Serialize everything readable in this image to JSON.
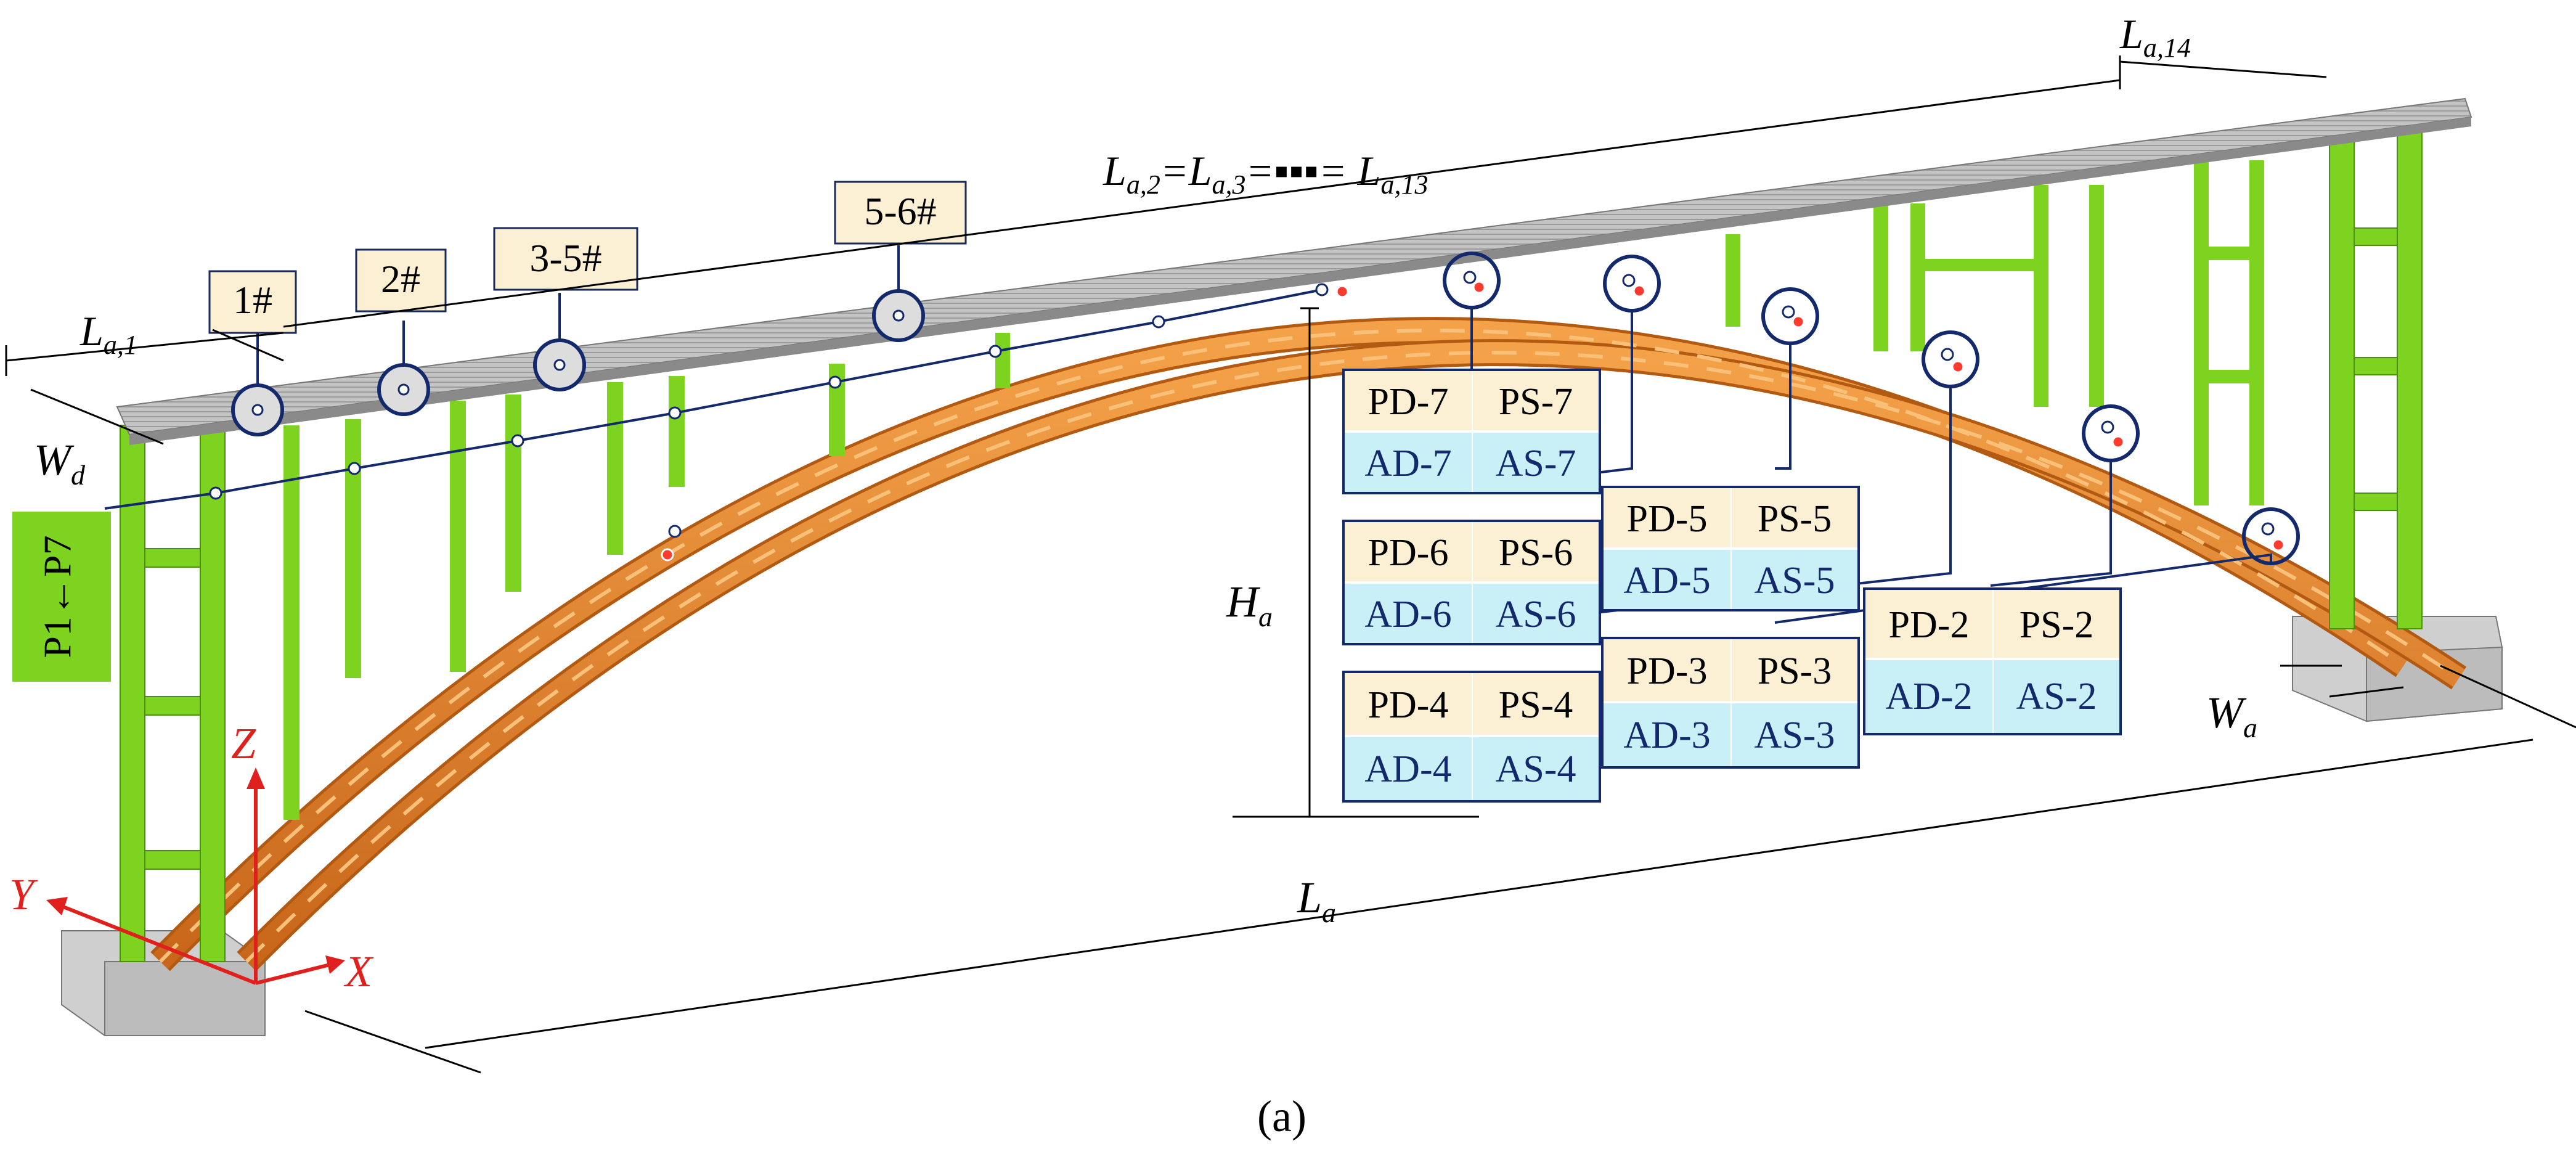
{
  "caption": "(a)",
  "deck_points": [
    "1#",
    "2#",
    "3-5#",
    "5-6#"
  ],
  "cable_label": "P1←P7",
  "dimensions": {
    "la1": {
      "base": "L",
      "sub": "a,1"
    },
    "la2_13": {
      "p1": "L",
      "s1": "a,2",
      "p2": "=L",
      "s2": "a,3",
      "p3": "=▪▪▪= L",
      "s3": "a,13"
    },
    "la14": {
      "base": "L",
      "sub": "a,14"
    },
    "wd": {
      "base": "W",
      "sub": "d"
    },
    "ha": {
      "base": "H",
      "sub": "a"
    },
    "wa": {
      "base": "W",
      "sub": "a"
    },
    "la": {
      "base": "L",
      "sub": "a"
    }
  },
  "axes": {
    "x": "X",
    "y": "Y",
    "z": "Z"
  },
  "sensor_groups": [
    {
      "cells": [
        "PD-7",
        "PS-7",
        "AD-7",
        "AS-7"
      ]
    },
    {
      "cells": [
        "PD-6",
        "PS-6",
        "AD-6",
        "AS-6"
      ]
    },
    {
      "cells": [
        "PD-5",
        "PS-5",
        "AD-5",
        "AS-5"
      ]
    },
    {
      "cells": [
        "PD-4",
        "PS-4",
        "AD-4",
        "AS-4"
      ]
    },
    {
      "cells": [
        "PD-3",
        "PS-3",
        "AD-3",
        "AS-3"
      ]
    },
    {
      "cells": [
        "PD-2",
        "PS-2",
        "AD-2",
        "AS-2"
      ]
    }
  ],
  "colors": {
    "pier": "#7ed321",
    "arch": "#e9892d",
    "deck": "#b9b9b9",
    "leader": "#13296b",
    "label_yellow": "#fbefd4",
    "label_cyan": "#c9f0f6",
    "axis": "#e0201c"
  }
}
